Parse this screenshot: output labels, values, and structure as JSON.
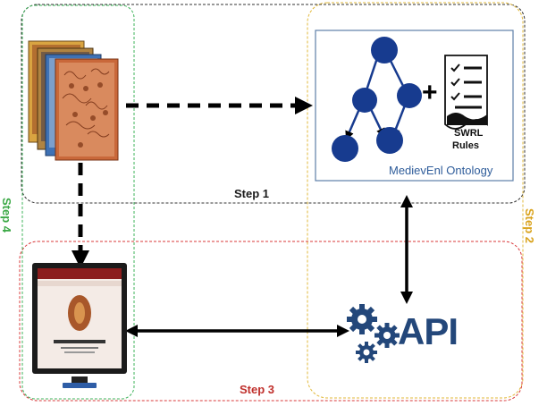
{
  "steps": {
    "step1": "Step 1",
    "step2": "Step 2",
    "step3": "Step 3",
    "step4": "Step 4"
  },
  "ontology": {
    "name": "MedievEnl Ontology",
    "rules_line1": "SWRL",
    "rules_line2": "Rules",
    "plus": "+"
  },
  "api": {
    "label": "API"
  },
  "colors": {
    "step1": "#333333",
    "step2": "#e2b93b",
    "step3": "#d9383a",
    "step4": "#3eb35a",
    "graph_node": "#173b8f",
    "api": "#23477a",
    "ontology_label": "#2e5c9a",
    "step3_label": "#c0302c",
    "step4_label": "#3aa845",
    "step2_label": "#d9a21b"
  },
  "icons": {
    "manuscript": "manuscript-image-stack",
    "monitor": "monitor-icon",
    "gears": "gears-icon",
    "checklist": "checklist-icon"
  }
}
